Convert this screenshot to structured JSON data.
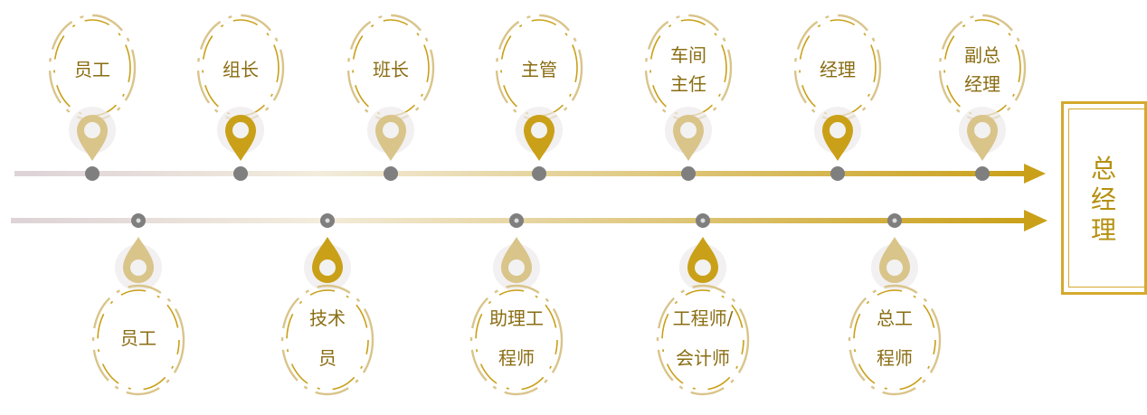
{
  "colors": {
    "gold": "#c9a018",
    "gold_light": "#d9c48a",
    "line_start": "#ddd3d8",
    "line_end": "#c9a018",
    "dot": "#7f7f7f",
    "text": "#8a6d12"
  },
  "target": {
    "label": "总\n经\n理"
  },
  "top_track": [
    {
      "label": "员工",
      "style": "light"
    },
    {
      "label": "组长",
      "style": "gold"
    },
    {
      "label": "班长",
      "style": "light"
    },
    {
      "label": "主管",
      "style": "gold"
    },
    {
      "label": "车间\n主任",
      "style": "light"
    },
    {
      "label": "经理",
      "style": "gold"
    },
    {
      "label": "副总\n经理",
      "style": "light"
    }
  ],
  "bottom_track": [
    {
      "label": "员工",
      "style": "light"
    },
    {
      "label": "技术\n员",
      "style": "gold"
    },
    {
      "label": "助理工\n程师",
      "style": "light"
    },
    {
      "label": "工程师/\n会计师",
      "style": "gold"
    },
    {
      "label": "总工\n程师",
      "style": "light"
    }
  ]
}
